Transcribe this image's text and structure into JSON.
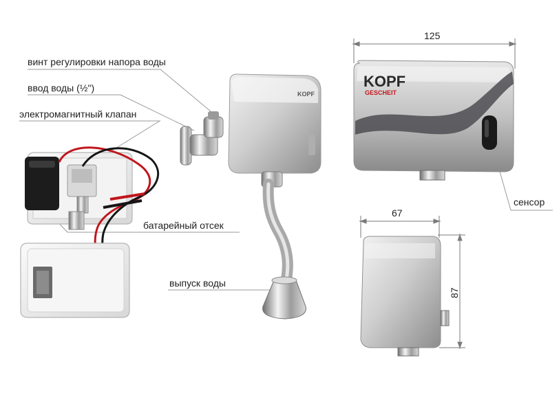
{
  "labels": {
    "pressure_screw": "винт регулировки напора воды",
    "water_inlet": "ввод воды (½\")",
    "solenoid_valve": "электромагнитный клапан",
    "battery_compartment": "батарейный отсек",
    "water_outlet": "выпуск воды",
    "sensor": "сенсор"
  },
  "dimensions": {
    "width_front": "125",
    "width_side": "67",
    "height_side": "87"
  },
  "brand": {
    "logo_top": "KOPF",
    "logo_bottom": "GESCHEIT"
  },
  "colors": {
    "leader_line": "#9a9a9a",
    "body_silver": "#c9c9c9",
    "wire_red": "#c0161c",
    "wire_black": "#151515",
    "logo_red": "#c3171d"
  }
}
